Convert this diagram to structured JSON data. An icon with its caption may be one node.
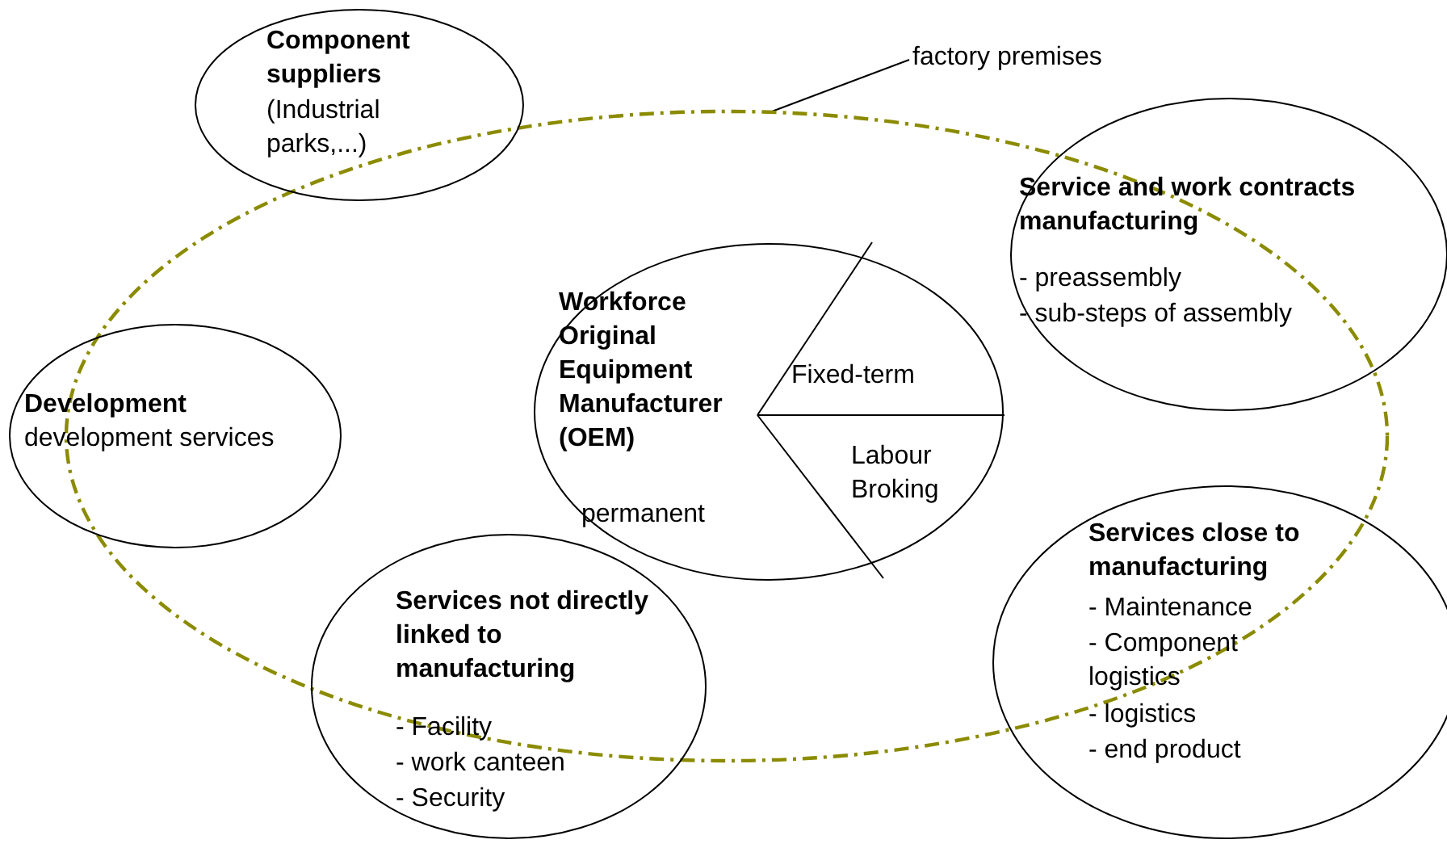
{
  "diagram": {
    "nodes": [
      {
        "text": [
          "Component suppliers",
          "(Industrial parks,...)"
        ]
      },
      {
        "text": [
          "Service and work contracts manufacturing",
          "- preassembly",
          "- sub-steps of assembly"
        ]
      },
      {
        "text": [
          "Workforce Original Equipment Manufacturer (OEM)",
          "Fixed-term",
          "Labour Broking",
          "permanent"
        ],
        "in": 7
      },
      {
        "text": [
          "Development",
          "development services"
        ]
      },
      {
        "text": [
          "Services not directly linked to manufacturing",
          "- Facility",
          "- work canteen",
          "- Security"
        ]
      },
      {
        "text": [
          "Services close to manufacturing",
          "- Maintenance",
          "- Component logistics",
          "- logistics",
          "- end product"
        ]
      },
      {
        "text": [
          "factory premises"
        ]
      },
      {
        "text": [],
        "shape": "ellipse"
      }
    ],
    "edges": [
      {
        "from": 6,
        "to": 7,
        "arrow": "none"
      }
    ]
  }
}
